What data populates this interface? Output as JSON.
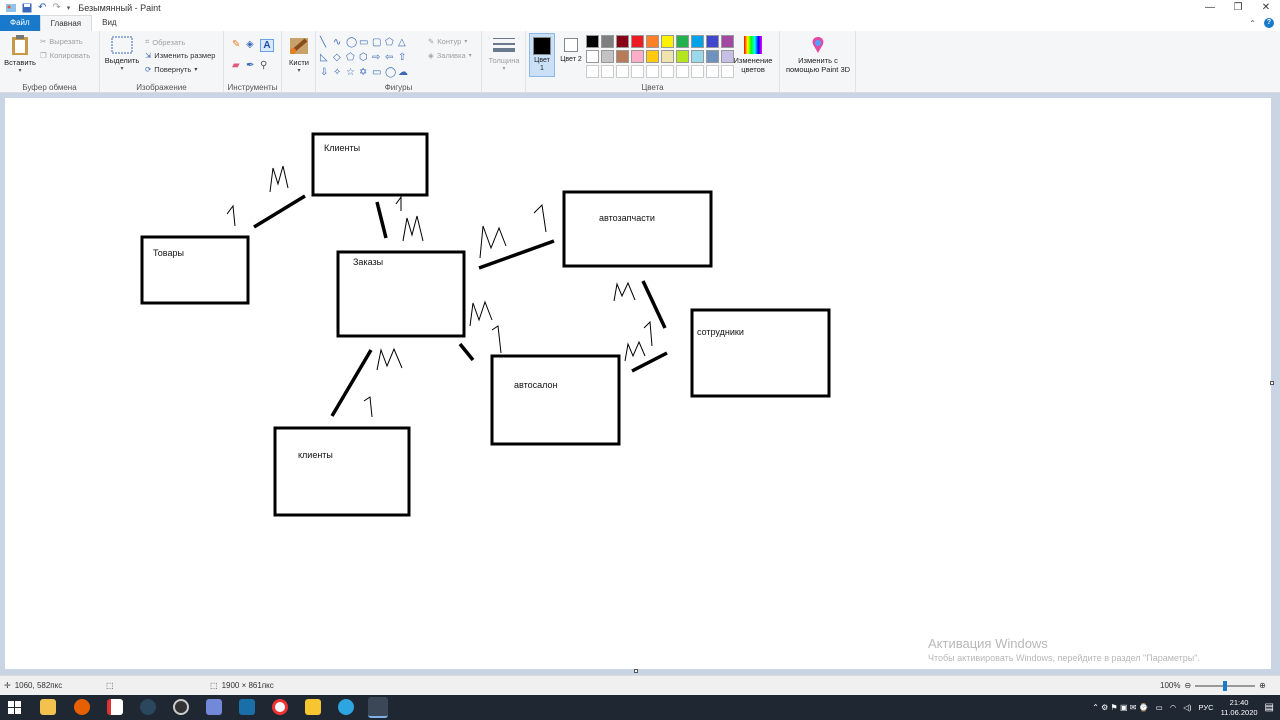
{
  "window": {
    "title": "Безымянный - Paint"
  },
  "tabs": [
    {
      "label": "Файл"
    },
    {
      "label": "Главная"
    },
    {
      "label": "Вид"
    }
  ],
  "ribbon": {
    "clipboard": {
      "label": "Буфер обмена",
      "paste": "Вставить",
      "cut": "Вырезать",
      "copy": "Копировать"
    },
    "image": {
      "label": "Изображение",
      "select": "Выделить",
      "crop": "Обрезать",
      "resize": "Изменить размер",
      "rotate": "Повернуть"
    },
    "tools": {
      "label": "Инструменты"
    },
    "brushes": {
      "label": "Кисти"
    },
    "shapes": {
      "label": "Фигуры",
      "outline": "Контур",
      "fill": "Заливка"
    },
    "size": {
      "label": "Толщина"
    },
    "colors": {
      "label": "Цвета",
      "color1": "Цвет 1",
      "color2": "Цвет 2",
      "edit": "Изменение цветов",
      "palette_row1": [
        "#000000",
        "#7f7f7f",
        "#880015",
        "#ed1c24",
        "#ff7f27",
        "#fff200",
        "#22b14c",
        "#00a2e8",
        "#3f48cc",
        "#a349a4"
      ],
      "palette_row2": [
        "#ffffff",
        "#c3c3c3",
        "#b97a57",
        "#ffaec9",
        "#ffc90e",
        "#efe4b0",
        "#b5e61d",
        "#99d9ea",
        "#7092be",
        "#c8bfe7"
      ]
    },
    "paint3d": {
      "label": "Изменить с помощью Paint 3D"
    }
  },
  "diagram": {
    "boxes": [
      {
        "label": "Клиенты"
      },
      {
        "label": "Товары"
      },
      {
        "label": "Заказы"
      },
      {
        "label": "автозапчасти"
      },
      {
        "label": "сотрудники"
      },
      {
        "label": "автосалон"
      },
      {
        "label": "клиенты"
      }
    ],
    "cardinality": {
      "one": "1",
      "many": "M"
    }
  },
  "watermark": {
    "line1": "Активация Windows",
    "line2": "Чтобы активировать Windows, перейдите в раздел \"Параметры\"."
  },
  "status": {
    "cursor": "1060, 582пкс",
    "canvas_size": "1900 × 861пкс",
    "zoom": "100%"
  },
  "taskbar": {
    "lang": "РУС",
    "time": "21:40",
    "date": "11.06.2020"
  }
}
